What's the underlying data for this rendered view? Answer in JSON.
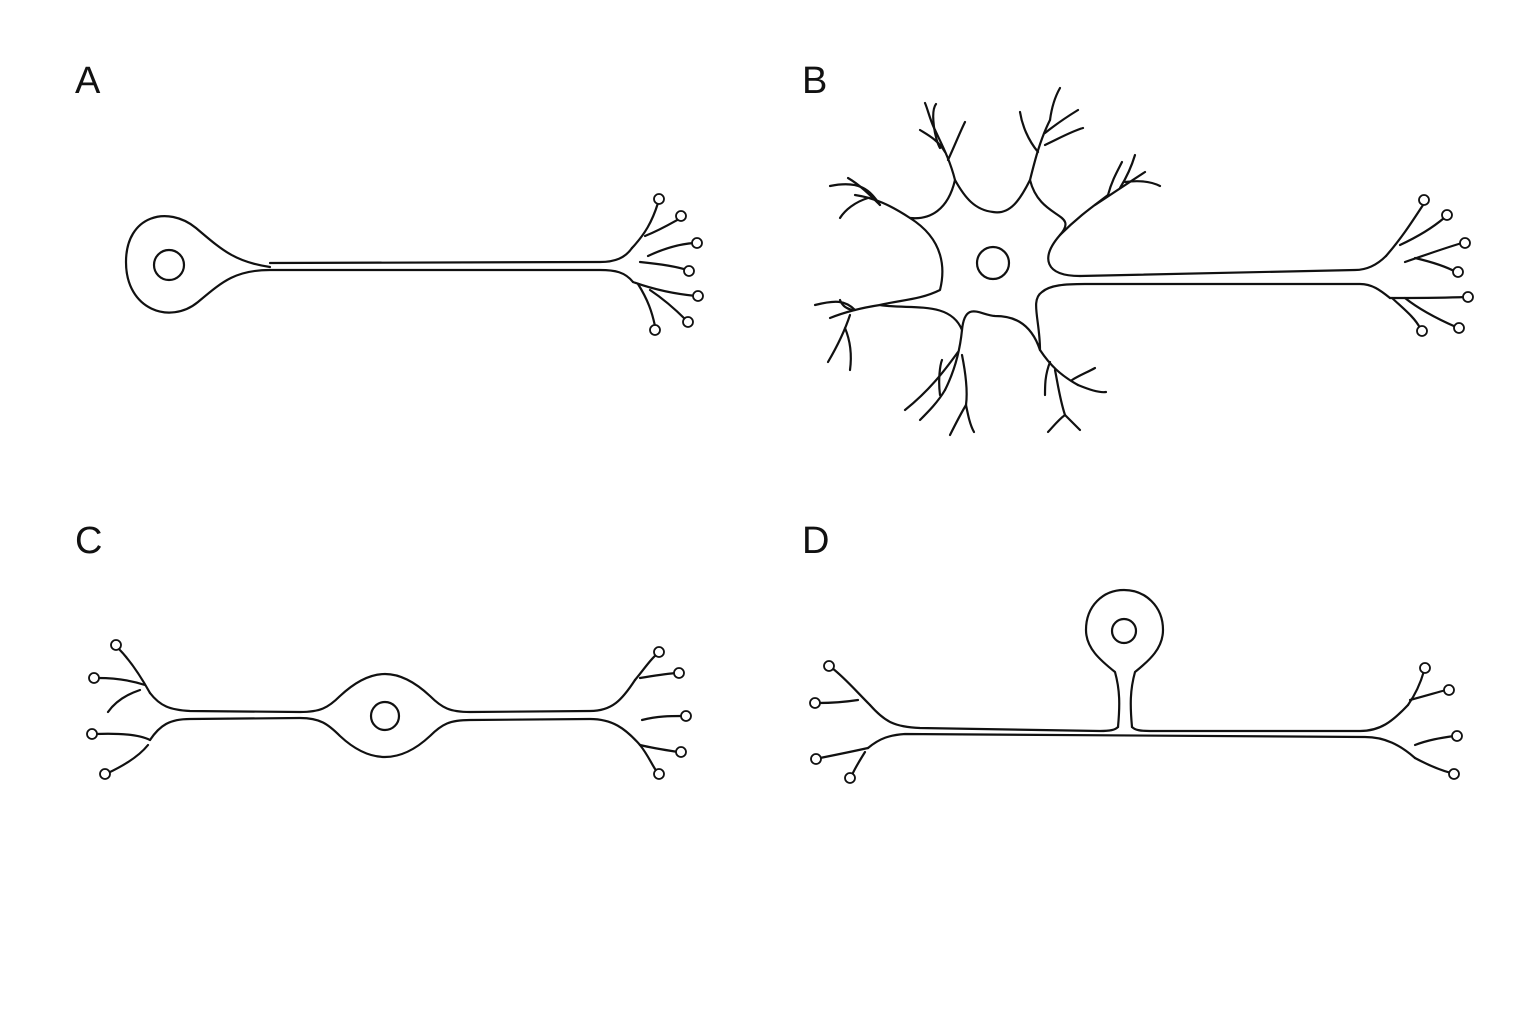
{
  "panels": {
    "a": {
      "label": "A",
      "type": "unipolar-neuron"
    },
    "b": {
      "label": "B",
      "type": "multipolar-neuron"
    },
    "c": {
      "label": "C",
      "type": "bipolar-neuron"
    },
    "d": {
      "label": "D",
      "type": "pseudounipolar-neuron"
    }
  },
  "colors": {
    "stroke": "#111111",
    "background": "#ffffff"
  }
}
